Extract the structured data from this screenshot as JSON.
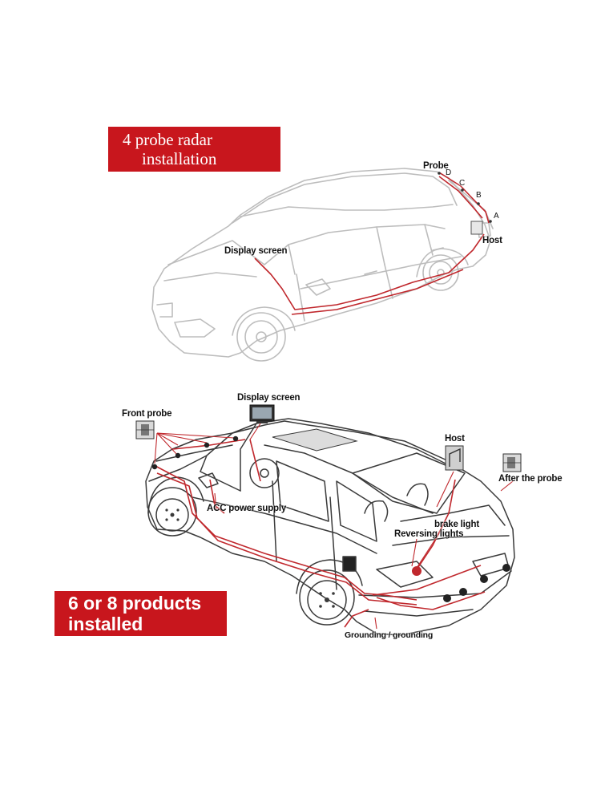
{
  "top": {
    "banner_line1": "4 probe radar",
    "banner_line2": "installation",
    "labels": {
      "probe": "Probe",
      "probe_d": "D",
      "probe_c": "C",
      "probe_b": "B",
      "probe_a": "A",
      "host": "Host",
      "display_screen": "Display screen"
    }
  },
  "bottom": {
    "banner_line1": "6 or 8 products",
    "banner_line2": "installed",
    "labels": {
      "front_probe": "Front probe",
      "display_screen": "Display screen",
      "host": "Host",
      "after_the_probe": "After the probe",
      "acc_power_supply": "ACC power supply",
      "brake_light": "brake light",
      "reversing_lights": "Reversing lights",
      "grounding": "Grounding / grounding"
    }
  },
  "colors": {
    "wire": "#c0282d",
    "outline": "#bdbdbd",
    "outline_dark": "#3a3a3a",
    "banner": "#c8161d"
  }
}
